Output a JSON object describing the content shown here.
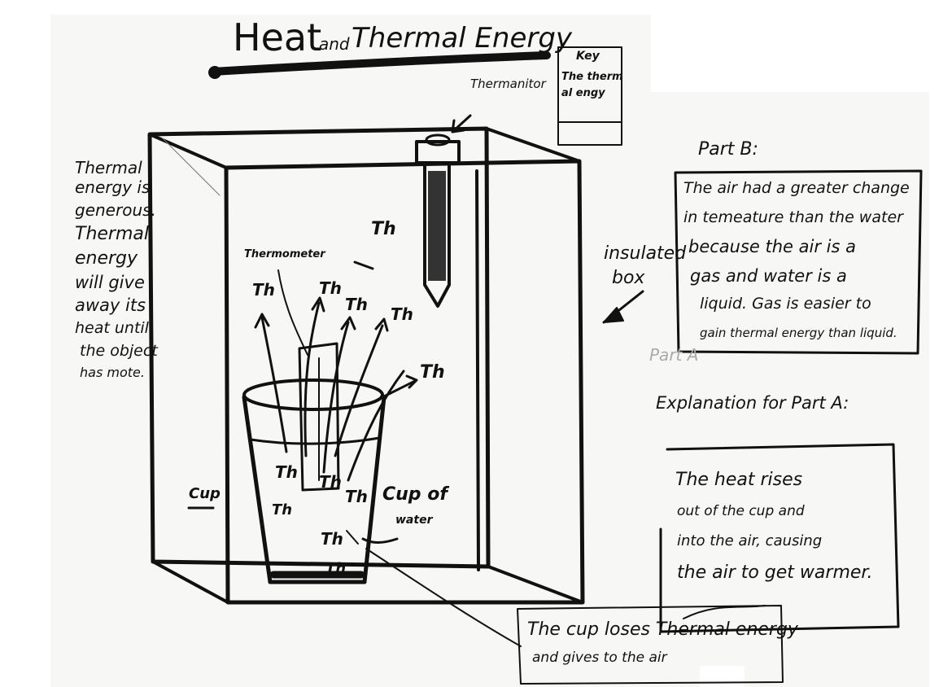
{
  "title": {
    "main": "Heat",
    "and": "and",
    "sub": "Thermal Energy"
  },
  "key": {
    "heading": "Key",
    "line1": "The therm",
    "line2": "al engy"
  },
  "labels": {
    "thermometer_top": "Thermanitor",
    "thermometer_inner": "Thermometer",
    "cup": "Cup",
    "cup_of_water": "Cup of",
    "cup_of_water_2": "water",
    "insulated_box": "insulated",
    "insulated_box_2": "box"
  },
  "th_marker": "Th",
  "left_note": [
    "Thermal",
    "energy is",
    "generous.",
    "Thermal",
    "energy",
    "will give",
    "away its",
    "heat until",
    "the object",
    "has mote."
  ],
  "part_b": {
    "heading": "Part B:",
    "text": [
      "The air had a greater change",
      "in temeature than the water",
      "because the air is a",
      "gas and water is a",
      "liquid. Gas is easier to",
      "gain thermal energy than liquid."
    ]
  },
  "part_a_faint": "Part A",
  "part_a": {
    "heading": "Explanation for Part A:",
    "text": [
      "The heat rises",
      "out of the cup and",
      "into the air, causing",
      "the air to get warmer."
    ]
  },
  "bottom_note": [
    "The cup loses Thermal energy",
    "and gives to the air"
  ],
  "colors": {
    "ink": "#111111",
    "paper": "#f7f7f5"
  }
}
